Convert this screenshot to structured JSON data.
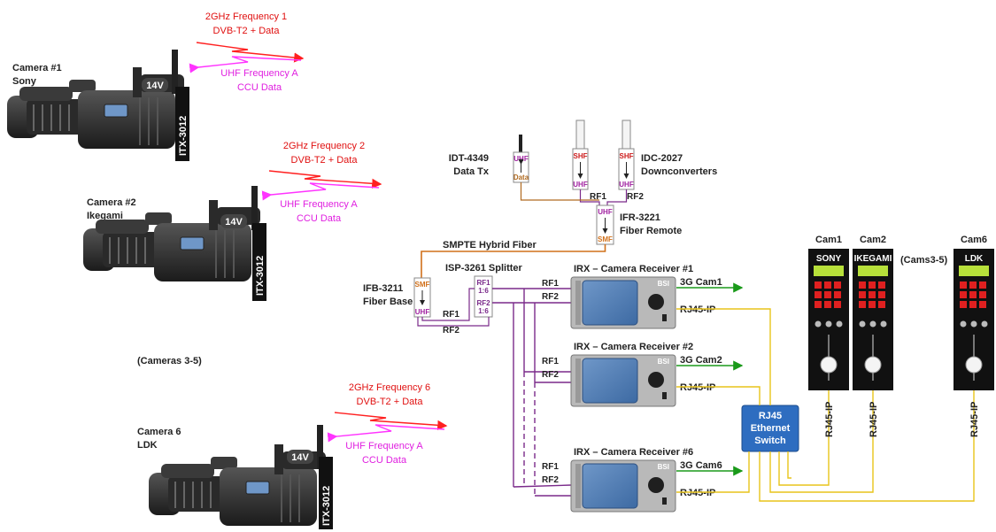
{
  "colors": {
    "rf_red": "#ff2020",
    "uhf_magenta": "#ff33ff",
    "fiber_orange": "#d0701a",
    "rf_purple": "#7a2a8a",
    "video_green": "#1a9a1a",
    "ethernet_yellow": "#e8c41a",
    "switch_blue": "#2e6dc0",
    "camera_body": "#333333"
  },
  "cameras": [
    {
      "name": "Camera #1",
      "brand": "Sony",
      "battery": "14V",
      "transmitter": "ITX-3012",
      "tx_link": "2GHz Frequency 1",
      "tx_payload": "DVB-T2 + Data",
      "rx_link": "UHF Frequency A",
      "rx_payload": "CCU Data"
    },
    {
      "name": "Camera #2",
      "brand": "Ikegami",
      "battery": "14V",
      "transmitter": "ITX-3012",
      "tx_link": "2GHz Frequency 2",
      "tx_payload": "DVB-T2 + Data",
      "rx_link": "UHF Frequency A",
      "rx_payload": "CCU Data"
    },
    {
      "name": "Camera 6",
      "brand": "LDK",
      "battery": "14V",
      "transmitter": "ITX-3012",
      "tx_link": "2GHz Frequency 6",
      "tx_payload": "DVB-T2 + Data",
      "rx_link": "UHF Frequency A",
      "rx_payload": "CCU Data"
    }
  ],
  "cameras_3_5_note": "(Cameras 3-5)",
  "data_tx": {
    "name": "IDT-4349",
    "sub": "Data Tx",
    "module_top": "UHF",
    "module_bottom": "Data"
  },
  "downconverters": {
    "name": "IDC-2027",
    "sub": "Downconverters",
    "module_top": "SHF",
    "module_bottom": "UHF",
    "out1": "RF1",
    "out2": "RF2"
  },
  "fiber_remote": {
    "name": "IFR-3221",
    "sub": "Fiber Remote",
    "module_top": "UHF",
    "module_bottom": "SMF"
  },
  "fiber_link": "SMPTE Hybrid Fiber",
  "fiber_base": {
    "name": "IFB-3211",
    "sub": "Fiber Base",
    "module_top": "SMF",
    "module_bottom": "UHF",
    "out1": "RF1",
    "out2": "RF2"
  },
  "splitter": {
    "name": "ISP-3261 Splitter",
    "port1": "RF1",
    "port1_ratio": "1:6",
    "port2": "RF2",
    "port2_ratio": "1:6"
  },
  "receivers": [
    {
      "title": "IRX – Camera Receiver #1",
      "brand": "BSI",
      "in1": "RF1",
      "in2": "RF2",
      "video_out": "3G Cam1",
      "ip_out": "RJ45-IP"
    },
    {
      "title": "IRX – Camera Receiver #2",
      "brand": "BSI",
      "in1": "RF1",
      "in2": "RF2",
      "video_out": "3G Cam2",
      "ip_out": "RJ45-IP"
    },
    {
      "title": "IRX – Camera Receiver #6",
      "brand": "BSI",
      "in1": "RF1",
      "in2": "RF2",
      "video_out": "3G Cam6",
      "ip_out": "RJ45-IP"
    }
  ],
  "switch": {
    "line1": "RJ45",
    "line2": "Ethernet",
    "line3": "Switch"
  },
  "ccus": [
    {
      "title": "Cam1",
      "brand": "SONY",
      "port": "RJ45-IP"
    },
    {
      "title": "Cam2",
      "brand": "IKEGAMI",
      "port": "RJ45-IP"
    },
    {
      "title": "Cam6",
      "brand": "LDK",
      "port": "RJ45-IP"
    }
  ],
  "ccus_3_5_note": "(Cams3-5)"
}
